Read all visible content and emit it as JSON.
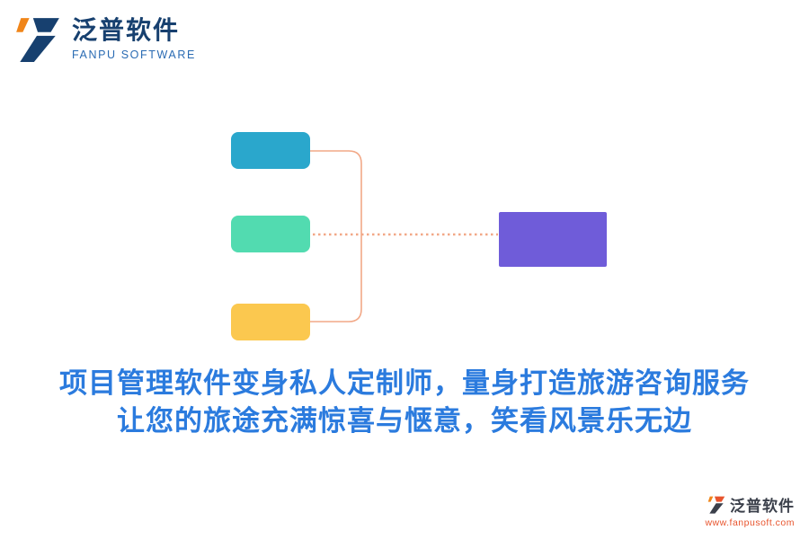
{
  "logo": {
    "brand_cn": "泛普软件",
    "brand_en": "FANPU SOFTWARE",
    "navy": "#17406F",
    "orange": "#F08519",
    "en_color": "#2A6BB3"
  },
  "diagram": {
    "boxes": [
      {
        "name": "input-box-top",
        "color": "#2AA7CC"
      },
      {
        "name": "input-box-middle",
        "color": "#52DBB0"
      },
      {
        "name": "input-box-bottom",
        "color": "#FBC84F"
      },
      {
        "name": "result-box",
        "color": "#6F5CD9"
      }
    ],
    "connector_color": "#F2A887"
  },
  "headline": {
    "line1": "项目管理软件变身私人定制师，量身打造旅游咨询服务",
    "line2": "让您的旅途充满惊喜与惬意，笑看风景乐无边",
    "color": "#2B7BDE"
  },
  "footer": {
    "brand": "泛普软件",
    "url": "www.fanpusoft.com",
    "brand_color": "#3A3F4A",
    "url_color": "#E8542D"
  }
}
